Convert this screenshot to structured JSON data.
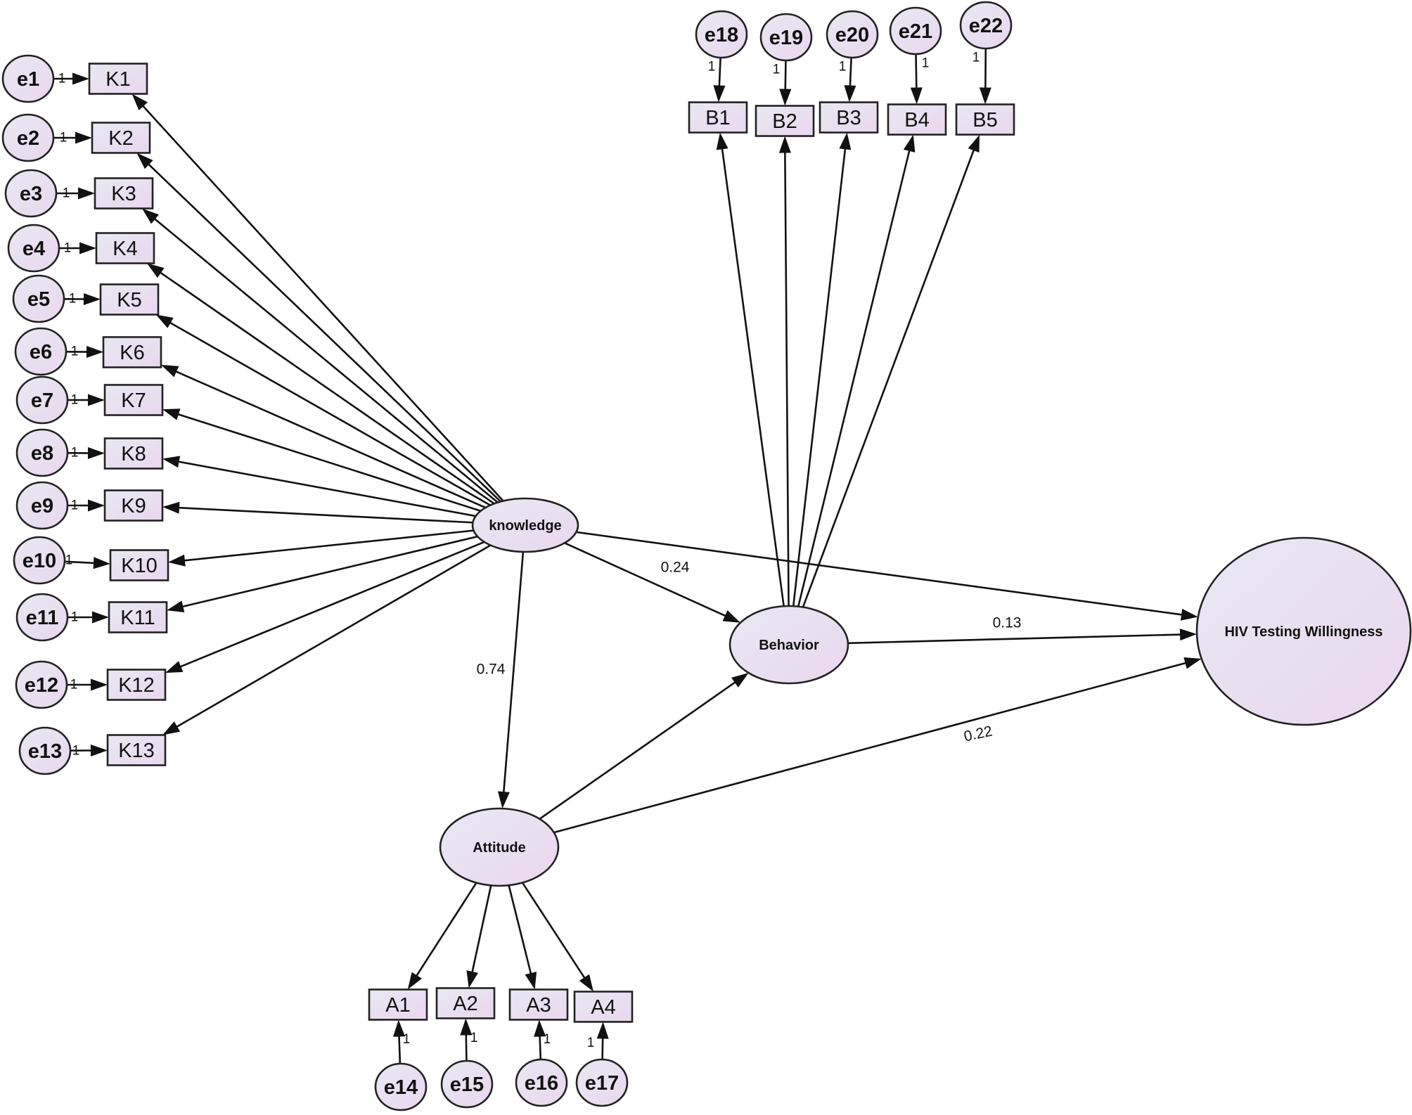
{
  "errors": [
    {
      "id": "e1",
      "label": "e1",
      "to": "K1"
    },
    {
      "id": "e2",
      "label": "e2",
      "to": "K2"
    },
    {
      "id": "e3",
      "label": "e3",
      "to": "K3"
    },
    {
      "id": "e4",
      "label": "e4",
      "to": "K4"
    },
    {
      "id": "e5",
      "label": "e5",
      "to": "K5"
    },
    {
      "id": "e6",
      "label": "e6",
      "to": "K6"
    },
    {
      "id": "e7",
      "label": "e7",
      "to": "K7"
    },
    {
      "id": "e8",
      "label": "e8",
      "to": "K8"
    },
    {
      "id": "e9",
      "label": "e9",
      "to": "K9"
    },
    {
      "id": "e10",
      "label": "e10",
      "to": "K10"
    },
    {
      "id": "e11",
      "label": "e11",
      "to": "K11"
    },
    {
      "id": "e12",
      "label": "e12",
      "to": "K12"
    },
    {
      "id": "e13",
      "label": "e13",
      "to": "K13"
    },
    {
      "id": "e14",
      "label": "e14",
      "to": "A1"
    },
    {
      "id": "e15",
      "label": "e15",
      "to": "A2"
    },
    {
      "id": "e16",
      "label": "e16",
      "to": "A3"
    },
    {
      "id": "e17",
      "label": "e17",
      "to": "A4"
    },
    {
      "id": "e18",
      "label": "e18",
      "to": "B1"
    },
    {
      "id": "e19",
      "label": "e19",
      "to": "B2"
    },
    {
      "id": "e20",
      "label": "e20",
      "to": "B3"
    },
    {
      "id": "e21",
      "label": "e21",
      "to": "B4"
    },
    {
      "id": "e22",
      "label": "e22",
      "to": "B5"
    }
  ],
  "error_weight_label": "1",
  "observed": [
    {
      "id": "K1",
      "label": "K1"
    },
    {
      "id": "K2",
      "label": "K2"
    },
    {
      "id": "K3",
      "label": "K3"
    },
    {
      "id": "K4",
      "label": "K4"
    },
    {
      "id": "K5",
      "label": "K5"
    },
    {
      "id": "K6",
      "label": "K6"
    },
    {
      "id": "K7",
      "label": "K7"
    },
    {
      "id": "K8",
      "label": "K8"
    },
    {
      "id": "K9",
      "label": "K9"
    },
    {
      "id": "K10",
      "label": "K10"
    },
    {
      "id": "K11",
      "label": "K11"
    },
    {
      "id": "K12",
      "label": "K12"
    },
    {
      "id": "K13",
      "label": "K13"
    },
    {
      "id": "B1",
      "label": "B1"
    },
    {
      "id": "B2",
      "label": "B2"
    },
    {
      "id": "B3",
      "label": "B3"
    },
    {
      "id": "B4",
      "label": "B4"
    },
    {
      "id": "B5",
      "label": "B5"
    },
    {
      "id": "A1",
      "label": "A1"
    },
    {
      "id": "A2",
      "label": "A2"
    },
    {
      "id": "A3",
      "label": "A3"
    },
    {
      "id": "A4",
      "label": "A4"
    }
  ],
  "latent": [
    {
      "id": "knowledge",
      "label": "knowledge",
      "indicators": [
        "K1",
        "K2",
        "K3",
        "K4",
        "K5",
        "K6",
        "K7",
        "K8",
        "K9",
        "K10",
        "K11",
        "K12",
        "K13"
      ]
    },
    {
      "id": "behavior",
      "label": "Behavior",
      "indicators": [
        "B1",
        "B2",
        "B3",
        "B4",
        "B5"
      ]
    },
    {
      "id": "attitude",
      "label": "Attitude",
      "indicators": [
        "A1",
        "A2",
        "A3",
        "A4"
      ]
    },
    {
      "id": "hiv",
      "label": "HIV Testing Willingness",
      "indicators": []
    }
  ],
  "structural_paths": [
    {
      "from": "knowledge",
      "to": "behavior",
      "coef": "0.24"
    },
    {
      "from": "knowledge",
      "to": "attitude",
      "coef": "0.74"
    },
    {
      "from": "knowledge",
      "to": "hiv",
      "coef": ""
    },
    {
      "from": "behavior",
      "to": "hiv",
      "coef": "0.13"
    },
    {
      "from": "attitude",
      "to": "behavior",
      "coef": ""
    },
    {
      "from": "attitude",
      "to": "hiv",
      "coef": "0.22"
    }
  ],
  "colors": {
    "node_fill_start": "#e8e8f2",
    "node_fill_end": "#ead7ef",
    "stroke": "#222222"
  }
}
